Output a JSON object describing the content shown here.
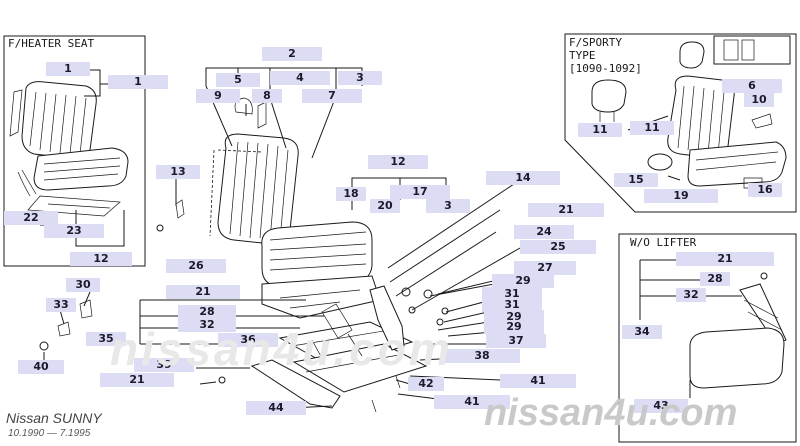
{
  "insets": {
    "heater_title": "F/HEATER SEAT",
    "sporty_title": "F/SPORTY\nTYPE\n[1090-1092]",
    "lifter_title": "W/O LIFTER"
  },
  "callouts": [
    "1",
    "2",
    "1",
    "5",
    "4",
    "3",
    "9",
    "8",
    "7",
    "13",
    "12",
    "14",
    "18",
    "20",
    "17",
    "3",
    "21",
    "22",
    "23",
    "12",
    "26",
    "24",
    "25",
    "27",
    "30",
    "21",
    "29",
    "31",
    "31",
    "33",
    "28",
    "32",
    "29",
    "29",
    "35",
    "36",
    "37",
    "40",
    "38",
    "39",
    "21",
    "42",
    "41",
    "44",
    "41",
    "11",
    "11",
    "6",
    "10",
    "15",
    "19",
    "16",
    "21",
    "28",
    "32",
    "34",
    "43"
  ],
  "footer": {
    "model": "Nissan SUNNY",
    "years": "10.1990 — 7.1995",
    "watermark_main": "nissan4u.com",
    "watermark_center": "nissan4u.com"
  }
}
